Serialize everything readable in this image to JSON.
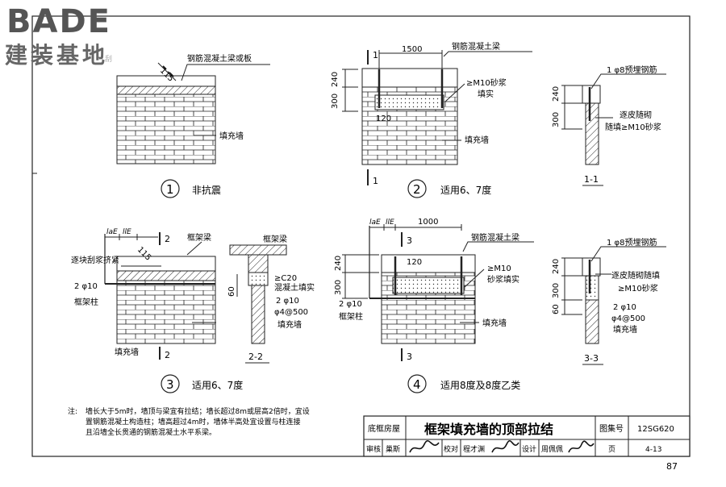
{
  "logo": {
    "brand_latin": "BADE",
    "brand_cn": "建装基地"
  },
  "page_number": "87",
  "notes": {
    "prefix": "注:",
    "lines": [
      "墙长大于5m时，墙顶与梁宜有拉结；墙长超过8m或层高2倍时，宜设",
      "置钢筋混凝土构造柱；墙高超过4m时，墙体半高处宜设置与柱连接",
      "且沿墙全长贯通的钢筋混凝土水平系梁。"
    ]
  },
  "detail1": {
    "number": "1",
    "caption": "非抗震",
    "dim_115": "115",
    "label_beam": "钢筋混凝土梁或板",
    "label_faint": "刮",
    "label_wall": "填充墙"
  },
  "detail2": {
    "number": "2",
    "caption": "适用6、7度",
    "dim_1500": "1500",
    "dim_240": "240",
    "dim_300": "300",
    "dim_120": "120",
    "label_beam": "钢筋混凝土梁",
    "label_mortar_1": "≥M10砂浆",
    "label_mortar_2": "填实",
    "label_wall": "填充墙",
    "section_mark": "1"
  },
  "section11": {
    "title": "1-1",
    "dim_240": "240",
    "dim_300": "300",
    "label_bar": "1 φ8预埋钢筋",
    "label_a": "逐皮随砌",
    "label_b": "随填≥M10砂浆"
  },
  "detail3": {
    "number": "3",
    "caption": "适用6、7度",
    "dim_lae": "laE",
    "dim_lle": "llE",
    "dim_115": "115",
    "label_scrape": "逐块刮浆挤紧",
    "label_bars": "2 φ10",
    "label_column": "框架柱",
    "label_beam": "框架梁",
    "label_wall": "填充墙",
    "section_mark": "2"
  },
  "section22": {
    "title": "2-2",
    "label_beam": "框架梁",
    "label_c20_1": "≥C20",
    "label_c20_2": "混凝土填实",
    "label_bars": "2 φ10",
    "label_stirrups": "φ4@500",
    "label_wall": "填充墙",
    "dim_60": "60"
  },
  "detail4": {
    "number": "4",
    "caption": "适用8度及8度乙类",
    "dim_lae": "laE",
    "dim_lle": "llE",
    "dim_1000": "1000",
    "dim_240": "240",
    "dim_300": "300",
    "dim_120": "120",
    "label_beam": "钢筋混凝土梁",
    "label_mortar_1": "≥M10",
    "label_mortar_2": "砂浆填实",
    "label_bars": "2 φ10",
    "label_column": "框架柱",
    "label_wall": "填充墙",
    "section_mark": "3"
  },
  "section33": {
    "title": "3-3",
    "dim_240": "240",
    "dim_300": "300",
    "dim_60": "60",
    "label_bar": "1 φ8预埋钢筋",
    "label_a": "逐皮随砌随填",
    "label_b": "≥M10砂浆",
    "label_bars": "2 φ10",
    "label_stirrups": "φ4@500",
    "label_wall": "填充墙"
  },
  "title_block": {
    "category": "底框房屋",
    "title": "框架填充墙的顶部拉结",
    "atlas_label": "图集号",
    "atlas_no": "12SG620",
    "review_label": "审核",
    "review_name": "巢斯",
    "check_label": "校对",
    "check_name": "程才渊",
    "design_label": "设计",
    "design_name": "周佩佩",
    "page_label": "页",
    "page_no": "4-13"
  }
}
